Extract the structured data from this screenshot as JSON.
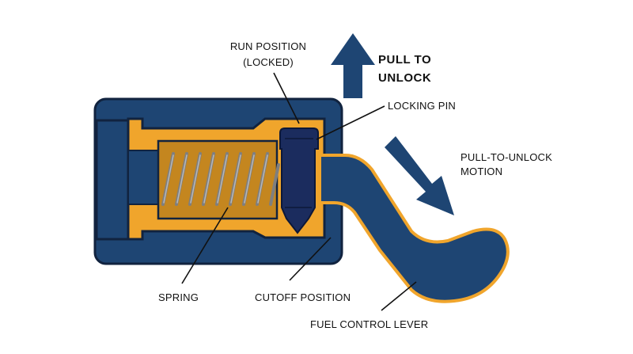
{
  "labels": {
    "run_position_line1": "RUN POSITION",
    "run_position_line2": "(LOCKED)",
    "pull_line1": "PULL TO",
    "pull_line2": "UNLOCK",
    "locking_pin": "LOCKING PIN",
    "motion_line1": "PULL-TO-UNLOCK",
    "motion_line2": "MOTION",
    "spring": "SPRING",
    "cutoff_position": "CUTOFF POSITION",
    "fuel_control_lever": "FUEL CONTROL LEVER"
  },
  "colors": {
    "housing": "#1e4573",
    "outline": "#11233f",
    "bore": "#f0a52c",
    "bore_inner": "#c4861f",
    "spring": "#8a8a8a",
    "pin": "#1b2c5e",
    "arrow": "#1e4573",
    "leader": "#111111"
  },
  "icons": {
    "up_arrow": "arrow-up-icon",
    "diagonal_arrow": "arrow-down-right-icon"
  }
}
